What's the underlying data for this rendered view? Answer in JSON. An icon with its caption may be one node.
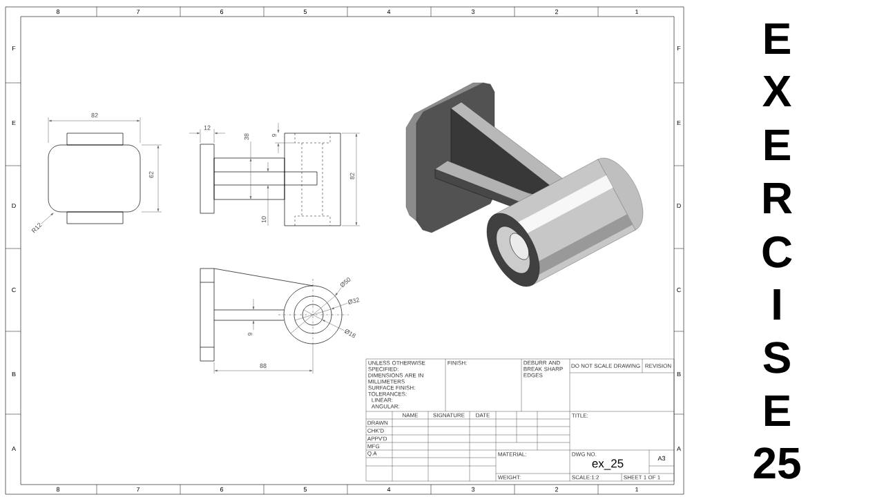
{
  "diagram": {
    "nodes": [
      {
        "text": [
          "R12"
        ]
      },
      {
        "text": [
          "Ø50"
        ]
      },
      {
        "text": [
          "Ø32"
        ]
      },
      {
        "text": [
          "Ø18"
        ]
      }
    ],
    "edges": [
      {
        "from": 0,
        "to": null,
        "arrow": "to"
      },
      {
        "from": 1,
        "to": null,
        "arrow": "to"
      },
      {
        "from": 2,
        "to": null,
        "arrow": "to"
      },
      {
        "from": 3,
        "to": null,
        "arrow": "to"
      }
    ],
    "labels": [
      "8",
      "7",
      "6",
      "5",
      "4",
      "3",
      "2",
      "1",
      "8",
      "7",
      "6",
      "5",
      "4",
      "3",
      "2",
      "1",
      "F",
      "E",
      "D",
      "C",
      "B",
      "A",
      "F",
      "E",
      "D",
      "C",
      "B",
      "A",
      "82",
      "62",
      "12",
      "38",
      "9",
      "10",
      "82",
      "9",
      "88",
      "UNLESS OTHERWISE SPECIFIED:",
      "DIMENSIONS ARE IN MILLIMETERS",
      "SURFACE FINISH:",
      "TOLERANCES:",
      "LINEAR:",
      "ANGULAR:",
      "FINISH:",
      "DEBURR AND BREAK SHARP EDGES",
      "DO NOT SCALE DRAWING",
      "REVISION",
      "NAME",
      "SIGNATURE",
      "DATE",
      "DRAWN",
      "CHK'D",
      "APPV'D",
      "MFG",
      "Q.A",
      "TITLE:",
      "MATERIAL:",
      "DWG NO.",
      "ex_25",
      "A3",
      "WEIGHT:",
      "SCALE:1:2",
      "SHEET 1 OF 1",
      "E",
      "X",
      "E",
      "R",
      "C",
      "I",
      "S",
      "E",
      "25"
    ]
  }
}
